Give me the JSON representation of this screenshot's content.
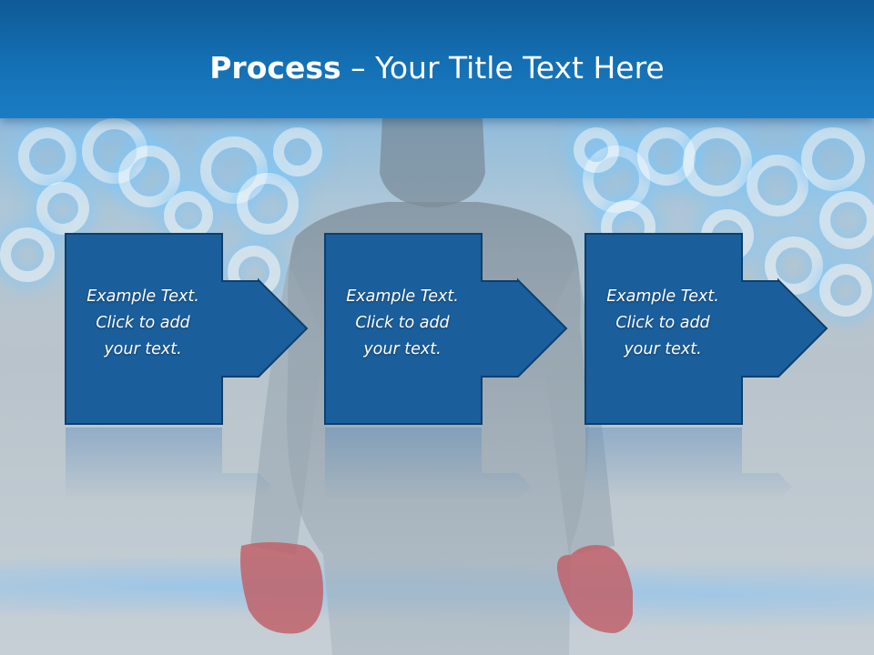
{
  "slide": {
    "title_bold": "Process",
    "title_rest": " – Your Title Text Here"
  },
  "steps": [
    {
      "line1": "Example Text.",
      "line2": "Click  to add",
      "line3": "your text."
    },
    {
      "line1": "Example Text.",
      "line2": "Click  to add",
      "line3": "your text."
    },
    {
      "line1": "Example Text.",
      "line2": "Click  to add",
      "line3": "your text."
    }
  ],
  "colors": {
    "title_bar": "#1470b4",
    "step_fill": "#1a5f9c",
    "step_border": "#0d3f6e",
    "text": "#ffffff"
  }
}
